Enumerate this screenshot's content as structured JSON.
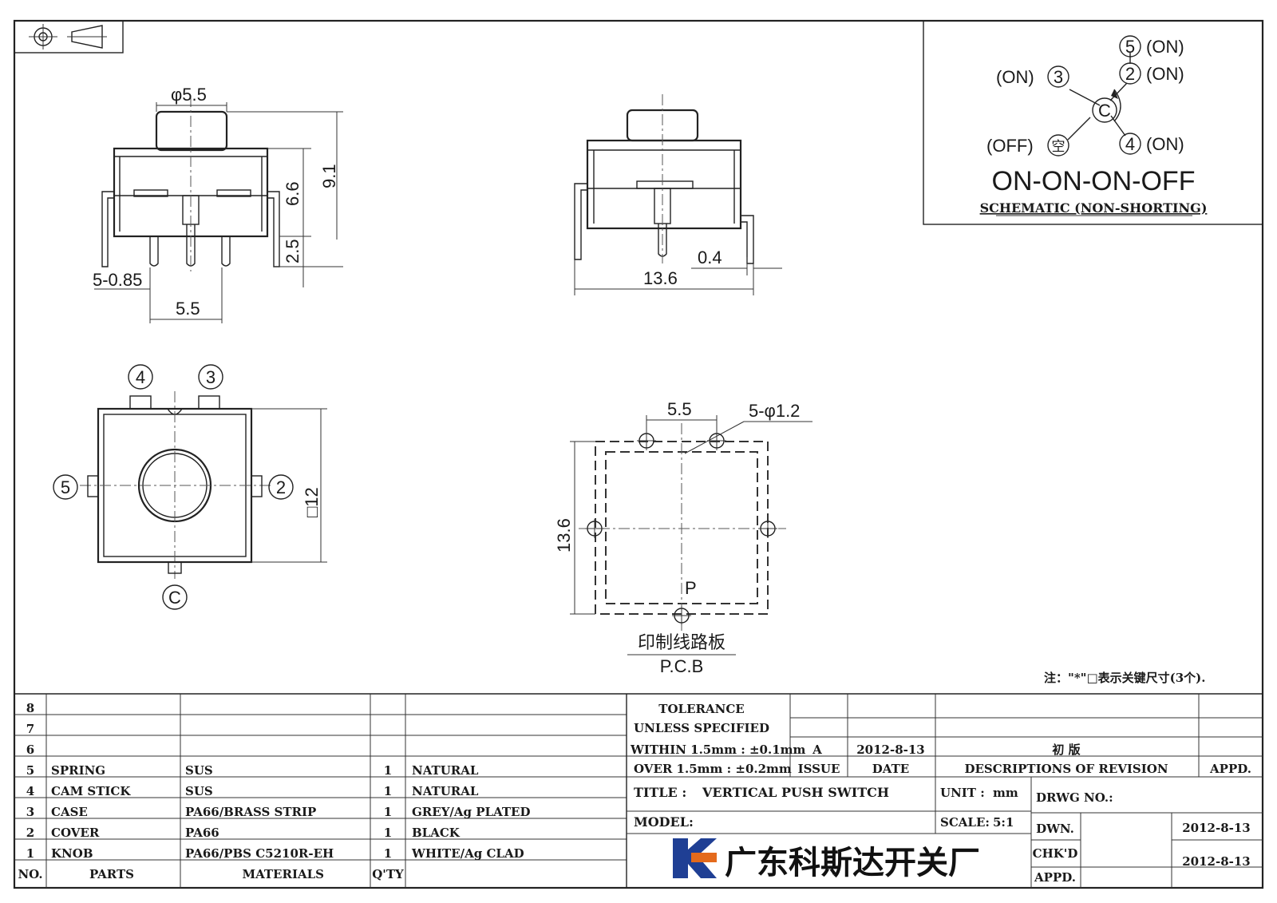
{
  "drawing": {
    "dims_front": {
      "knob_dia": "φ5.5",
      "body_h": "6.6",
      "total_h": "9.1",
      "pin_len": "2.5",
      "pins": "5-0.85",
      "pin_pitch": "5.5"
    },
    "dims_side": {
      "width": "13.6",
      "offset": "0.4"
    },
    "top_view": {
      "t4": "4",
      "t3": "3",
      "t5": "5",
      "t2": "2",
      "tc": "C",
      "square": "□12"
    },
    "pcb": {
      "pitch": "5.5",
      "holes": "5-φ1.2",
      "side": "13.6",
      "p": "P",
      "label_cn": "印制线路板",
      "label_en": "P.C.B"
    },
    "note": "注：\"*\"□表示关键尺寸(3个)."
  },
  "schematic": {
    "t5": "5",
    "t5_state": "(ON)",
    "t2": "2",
    "t2_state": "(ON)",
    "t3": "3",
    "t3_state": "(ON)",
    "t4": "4",
    "t4_state": "(ON)",
    "tc": "C",
    "t_off": "空",
    "t_off_state": "(OFF)",
    "sequence": "ON-ON-ON-OFF",
    "caption": "SCHEMATIC (NON-SHORTING)"
  },
  "bom": {
    "headers": {
      "no": "NO.",
      "parts": "PARTS",
      "materials": "MATERIALS",
      "qty": "Q'TY"
    },
    "rows": [
      {
        "no": "8",
        "part": "",
        "material": "",
        "qty": "",
        "finish": ""
      },
      {
        "no": "7",
        "part": "",
        "material": "",
        "qty": "",
        "finish": ""
      },
      {
        "no": "6",
        "part": "",
        "material": "",
        "qty": "",
        "finish": ""
      },
      {
        "no": "5",
        "part": "SPRING",
        "material": "SUS",
        "qty": "1",
        "finish": "NATURAL"
      },
      {
        "no": "4",
        "part": "CAM STICK",
        "material": "SUS",
        "qty": "1",
        "finish": "NATURAL"
      },
      {
        "no": "3",
        "part": "CASE",
        "material": "PA66/BRASS STRIP",
        "qty": "1",
        "finish": "GREY/Ag PLATED"
      },
      {
        "no": "2",
        "part": "COVER",
        "material": "PA66",
        "qty": "1",
        "finish": "BLACK"
      },
      {
        "no": "1",
        "part": "KNOB",
        "material": "PA66/PBS C5210R-EH",
        "qty": "1",
        "finish": "WHITE/Ag CLAD"
      }
    ]
  },
  "title_block": {
    "tolerance_1": "TOLERANCE",
    "tolerance_2": "UNLESS SPECIFIED",
    "tolerance_3": "WITHIN 1.5mm : ±0.1mm",
    "tolerance_4": "OVER 1.5mm : ±0.2mm",
    "rev_issue": "A",
    "rev_date": "2012-8-13",
    "rev_desc": "初 版",
    "hdr_issue": "ISSUE",
    "hdr_date": "DATE",
    "hdr_desc": "DESCRIPTIONS OF REVISION",
    "hdr_appd": "APPD.",
    "title_label": "TITLE :",
    "title": "VERTICAL PUSH SWITCH",
    "unit_label": "UNIT :",
    "unit": "mm",
    "drwg_label": "DRWG NO.:",
    "model_label": "MODEL:",
    "scale_label": "SCALE:",
    "scale": "5:1",
    "dwn_label": "DWN.",
    "dwn_date": "2012-8-13",
    "chk_label": "CHK'D",
    "chk_date": "2012-8-13",
    "appd_label": "APPD.",
    "company": "广东科斯达开关厂"
  },
  "colors": {
    "logo_blue": "#1f3f94",
    "logo_orange": "#e46a1c"
  }
}
